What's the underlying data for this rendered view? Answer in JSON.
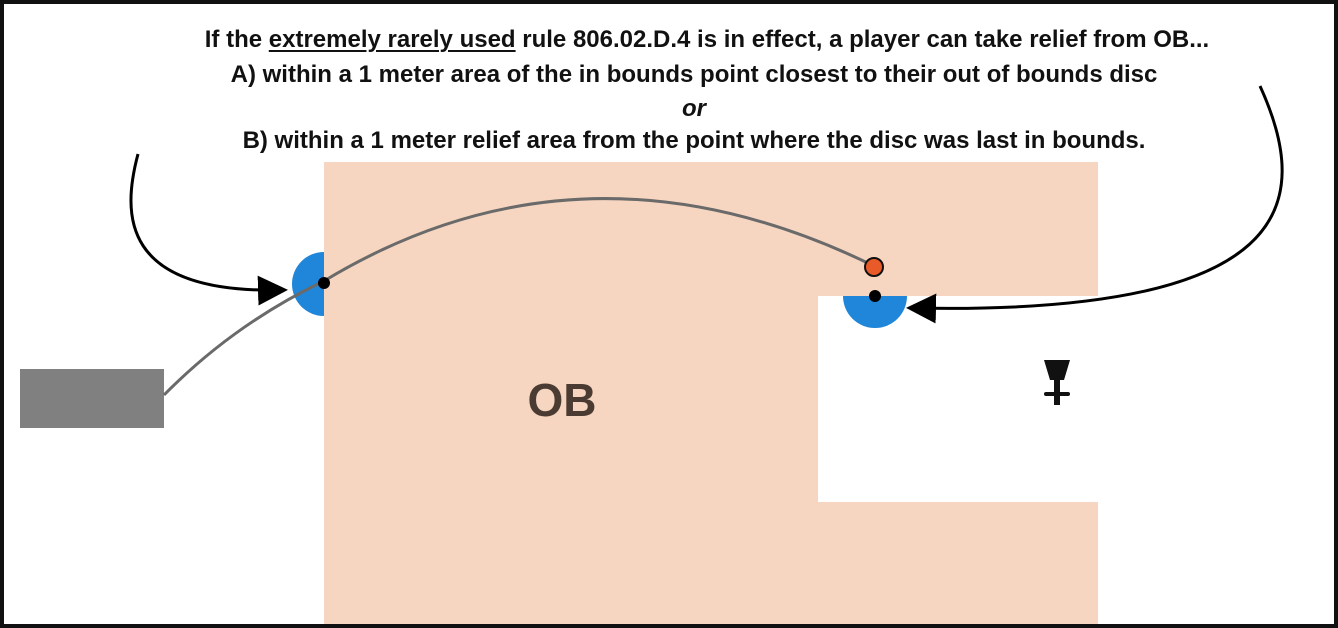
{
  "caption": {
    "prefix": "If the ",
    "emphasis": "extremely rarely used",
    "suffix": " rule 806.02.D.4 is in effect, a player can take relief from OB...",
    "option_a": "A) within a 1 meter area of the in bounds point closest to their out of bounds disc",
    "or_word": "or",
    "option_b": "B) within a 1 meter relief area from the point where the disc was last in bounds."
  },
  "diagram": {
    "ob_label": "OB",
    "icons": [
      "basket-icon",
      "tee-pad",
      "disc-marker"
    ],
    "colors": {
      "ob_zone": "#f6d6c0",
      "relief_area": "#1f86d9",
      "disc": "#e85a28",
      "tee_pad": "#808080",
      "flight_path": "#6a6a6a",
      "arrow": "#000000",
      "border": "#111111"
    }
  }
}
